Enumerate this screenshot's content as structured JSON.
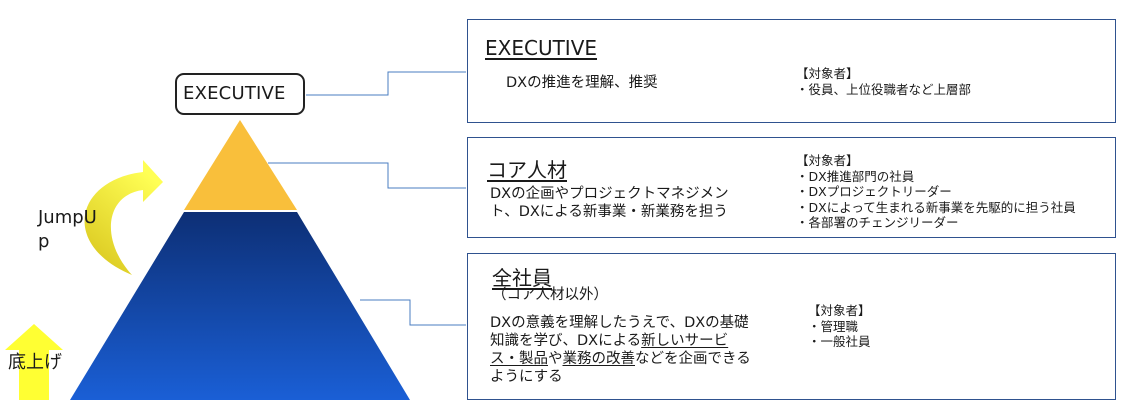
{
  "pyramid": {
    "top_label": "EXECUTIVE",
    "left_arrow_label": [
      "JumpU",
      "p"
    ],
    "bottom_arrow_label": "底上げ"
  },
  "boxes": [
    {
      "title": "EXECUTIVE",
      "subtitle": "",
      "description": "DXの推進を理解、推奨",
      "target_heading": "【対象者】",
      "targets": [
        "・役員、上位役職者など上層部"
      ]
    },
    {
      "title": "コア人材",
      "subtitle": "",
      "description_lines": [
        "DXの企画やプロジェクトマネジメン",
        "ト、DXによる新事業・新業務を担う"
      ],
      "target_heading": "【対象者】",
      "targets": [
        "・DX推進部門の社員",
        "・DXプロジェクトリーダー",
        "・DXによって生まれる新事業を先駆的に担う社員",
        "・各部署のチェンジリーダー"
      ]
    },
    {
      "title": "全社員",
      "subtitle": "（コア人材以外）",
      "description_parts": {
        "line1": "DXの意義を理解したうえで、DXの基礎",
        "line2_plain": "知識を学び、DXによる",
        "line2_underlined": "新しいサービ",
        "line3_underlined_a": "ス・製品",
        "line3_plain_a": "や",
        "line3_underlined_b": "業務の改善",
        "line3_plain_b": "などを企画できる",
        "line4": "ようにする"
      },
      "target_heading": "【対象者】",
      "targets": [
        "・管理職",
        "・一般社員"
      ]
    }
  ],
  "colors": {
    "pyramid_top": "#f9bf3b",
    "pyramid_bottom_top": "#0d2f75",
    "pyramid_bottom_base": "#1a5fd6",
    "jump_arrow": "#f7f020",
    "base_arrow": "#ffff33",
    "box_border": "#2f528f",
    "connector": "#4a7cc0"
  }
}
